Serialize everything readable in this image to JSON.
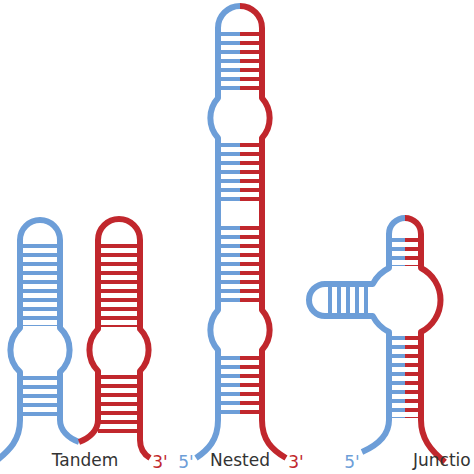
{
  "diagram": {
    "labels": [
      "3'",
      "Tandem",
      "5'",
      "Nested",
      "3'",
      "5'",
      "Junctio"
    ]
  }
}
